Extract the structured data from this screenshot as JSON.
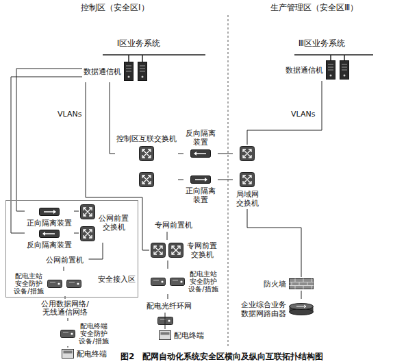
{
  "diagram": {
    "caption": "图2　配网自动化系统安全区横向及纵向互联拓扑结构图",
    "nodes": [
      {
        "text": [
          "控制区（安全区Ⅰ）"
        ]
      },
      {
        "text": [
          "生产管理区（安全区Ⅲ）"
        ]
      },
      {
        "text": [
          "Ⅰ区业务系统"
        ],
        "in": 0
      },
      {
        "text": [
          "数据通信机"
        ],
        "in": 2
      },
      {
        "text": [
          "Ⅲ区业务系统"
        ],
        "in": 1
      },
      {
        "text": [
          "数据通信机"
        ],
        "in": 4
      },
      {
        "text": [
          "控制区互联交换机"
        ],
        "in": 0
      },
      {
        "text": [
          "反向隔离装置"
        ],
        "in": 0
      },
      {
        "text": [
          "正向隔离装置"
        ],
        "in": 0
      },
      {
        "text": [
          "局域网交换机"
        ],
        "in": 1
      },
      {
        "text": [
          "防火墙"
        ],
        "in": 1
      },
      {
        "text": [
          "企业综合业务数据网路由器"
        ],
        "in": 1
      },
      {
        "text": [
          "安全接入区"
        ],
        "in": 0
      },
      {
        "text": [
          "正向隔离装置"
        ],
        "in": 12
      },
      {
        "text": [
          "反向隔离装置"
        ],
        "in": 12
      },
      {
        "text": [
          "公网前置交换机"
        ],
        "in": 12
      },
      {
        "text": [
          "公网前置机"
        ],
        "in": 12
      },
      {
        "text": [
          "配电主站安全防护设备/措施"
        ],
        "in": 12
      },
      {
        "text": [
          "公用数据网络/无线通信网络"
        ],
        "in": 0
      },
      {
        "text": [
          "配电终端安全防护设备/措施"
        ],
        "in": 0
      },
      {
        "text": [
          "配电终端"
        ],
        "in": 0
      },
      {
        "text": [
          "专网前置机"
        ],
        "in": 0
      },
      {
        "text": [
          "专网前置交换机"
        ],
        "in": 0
      },
      {
        "text": [
          "配电主站安全防护设备/措施"
        ],
        "in": 0
      },
      {
        "text": [
          "配电光纤环网"
        ],
        "in": 0
      },
      {
        "text": [
          "配电终端"
        ],
        "in": 0
      }
    ],
    "edges": [
      {
        "from": 3,
        "to": 6,
        "arrow": "none"
      },
      {
        "from": 3,
        "to": 13,
        "arrow": "none"
      },
      {
        "from": 3,
        "to": 14,
        "arrow": "none"
      },
      {
        "from": 3,
        "to": 22,
        "arrow": "none"
      },
      {
        "from": 5,
        "to": 9,
        "arrow": "none"
      },
      {
        "from": 6,
        "to": 7,
        "arrow": "none"
      },
      {
        "from": 6,
        "to": 8,
        "arrow": "none"
      },
      {
        "from": 7,
        "to": 9,
        "arrow": "none"
      },
      {
        "from": 8,
        "to": 9,
        "arrow": "none"
      },
      {
        "from": 9,
        "to": 10,
        "arrow": "none"
      },
      {
        "from": 10,
        "to": 11,
        "arrow": "none"
      },
      {
        "from": 13,
        "to": 15,
        "arrow": "none"
      },
      {
        "from": 14,
        "to": 15,
        "arrow": "none"
      },
      {
        "from": 15,
        "to": 16,
        "arrow": "none"
      },
      {
        "from": 16,
        "to": 17,
        "arrow": "none"
      },
      {
        "from": 17,
        "to": 18,
        "arrow": "none"
      },
      {
        "from": 18,
        "to": 19,
        "arrow": "none"
      },
      {
        "from": 19,
        "to": 20,
        "arrow": "none"
      },
      {
        "from": 21,
        "to": 22,
        "arrow": "none"
      },
      {
        "from": 22,
        "to": 23,
        "arrow": "none"
      },
      {
        "from": 23,
        "to": 24,
        "arrow": "none"
      },
      {
        "from": 24,
        "to": 25,
        "arrow": "none"
      }
    ],
    "labels": [
      "VLANs",
      "VLANs"
    ]
  }
}
